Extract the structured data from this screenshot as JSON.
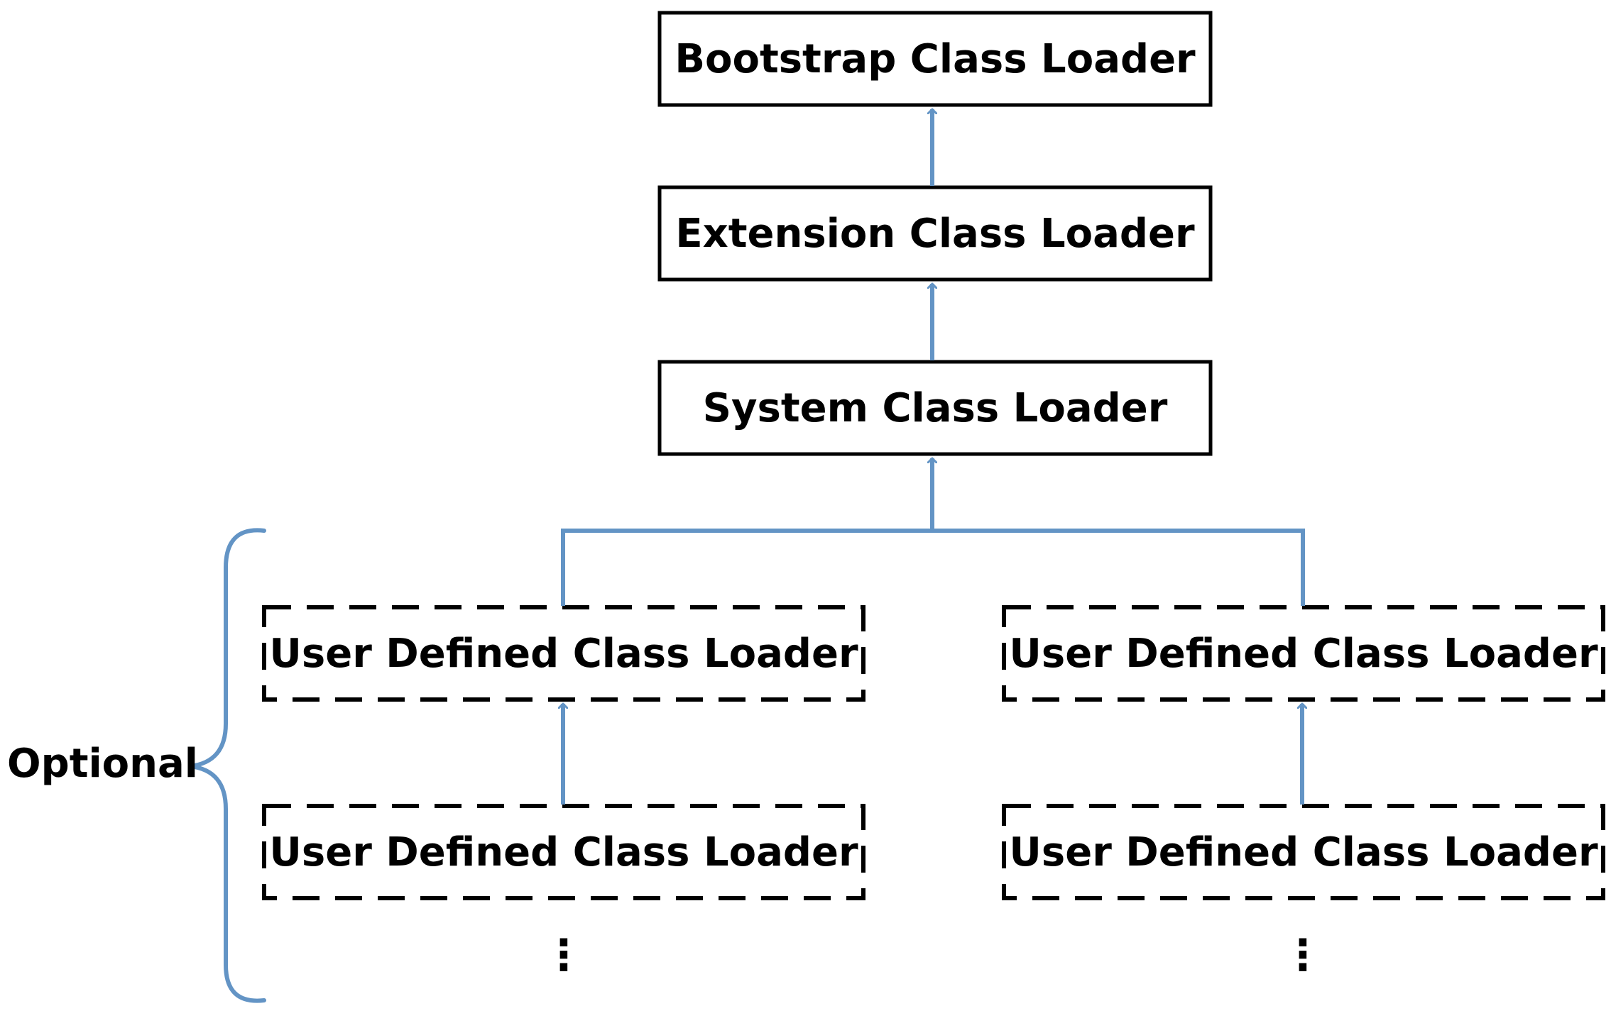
{
  "colors": {
    "arrow": "#6394c5",
    "box_stroke": "#000000",
    "background": "#ffffff"
  },
  "diagram": {
    "boxes": {
      "bootstrap": "Bootstrap Class Loader",
      "extension": "Extension Class Loader",
      "system": "System Class Loader",
      "user_left_top": "User Defined Class Loader",
      "user_left_bottom": "User Defined Class Loader",
      "user_right_top": "User Defined Class Loader",
      "user_right_bottom": "User Defined Class Loader"
    },
    "brace_label": "Optional",
    "continuation_mark": "⋮"
  }
}
